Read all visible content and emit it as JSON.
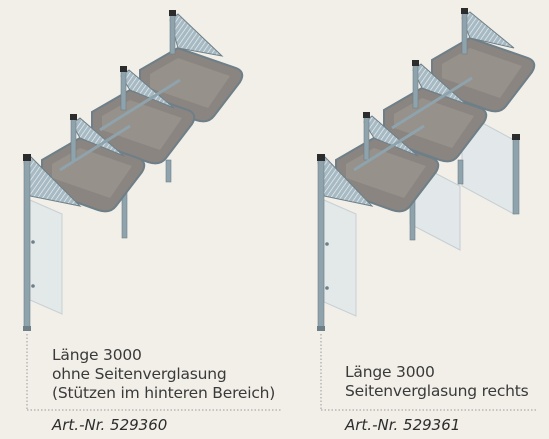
{
  "products": [
    {
      "caption_lines": [
        "Länge 3000",
        "ohne Seitenverglasung",
        "(Stützen im hinteren Bereich)"
      ],
      "article_number": "Art.-Nr. 529360"
    },
    {
      "caption_lines": [
        "Länge 3000",
        "Seitenverglasung rechts"
      ],
      "article_number": "Art.-Nr. 529361"
    }
  ],
  "colors": {
    "background": "#f2efe9",
    "frame": "#8fa3ad",
    "frame_dark": "#6e7f88",
    "glass_roof": "#8a8580",
    "glass_side": "#dfe6ea",
    "dotted_line": "#9a9a9a"
  },
  "icons": {
    "left": "canopy-3000-no-side-glass-illustration",
    "right": "canopy-3000-side-glass-right-illustration"
  }
}
